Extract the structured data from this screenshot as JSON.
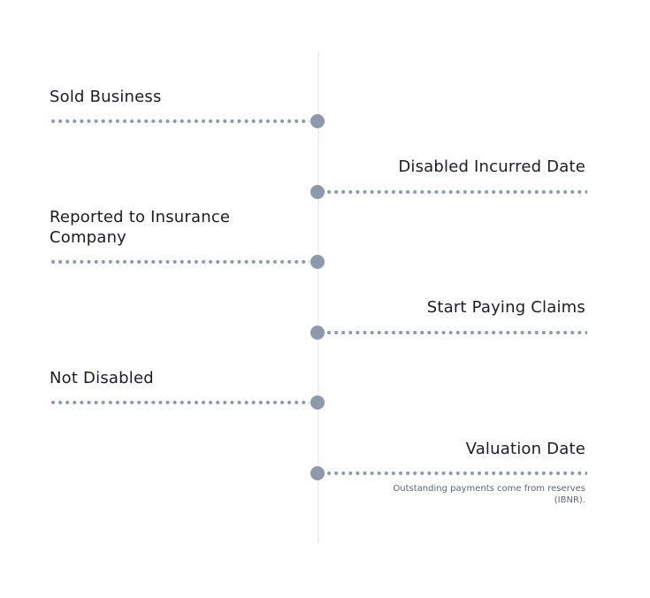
{
  "timeline": {
    "events": [
      {
        "title": "Sold Business",
        "side": "left"
      },
      {
        "title": "Disabled Incurred Date",
        "side": "right"
      },
      {
        "title": "Reported to Insurance Company",
        "side": "left"
      },
      {
        "title": "Start Paying Claims",
        "side": "right"
      },
      {
        "title": "Not Disabled",
        "side": "left"
      },
      {
        "title": "Valuation Date",
        "side": "right",
        "note": "Outstanding payments come from reserves (IBNR)."
      }
    ],
    "colors": {
      "dot": "#8e99ab",
      "axis": "#f0f0f2",
      "text": "#1c1c24"
    }
  }
}
